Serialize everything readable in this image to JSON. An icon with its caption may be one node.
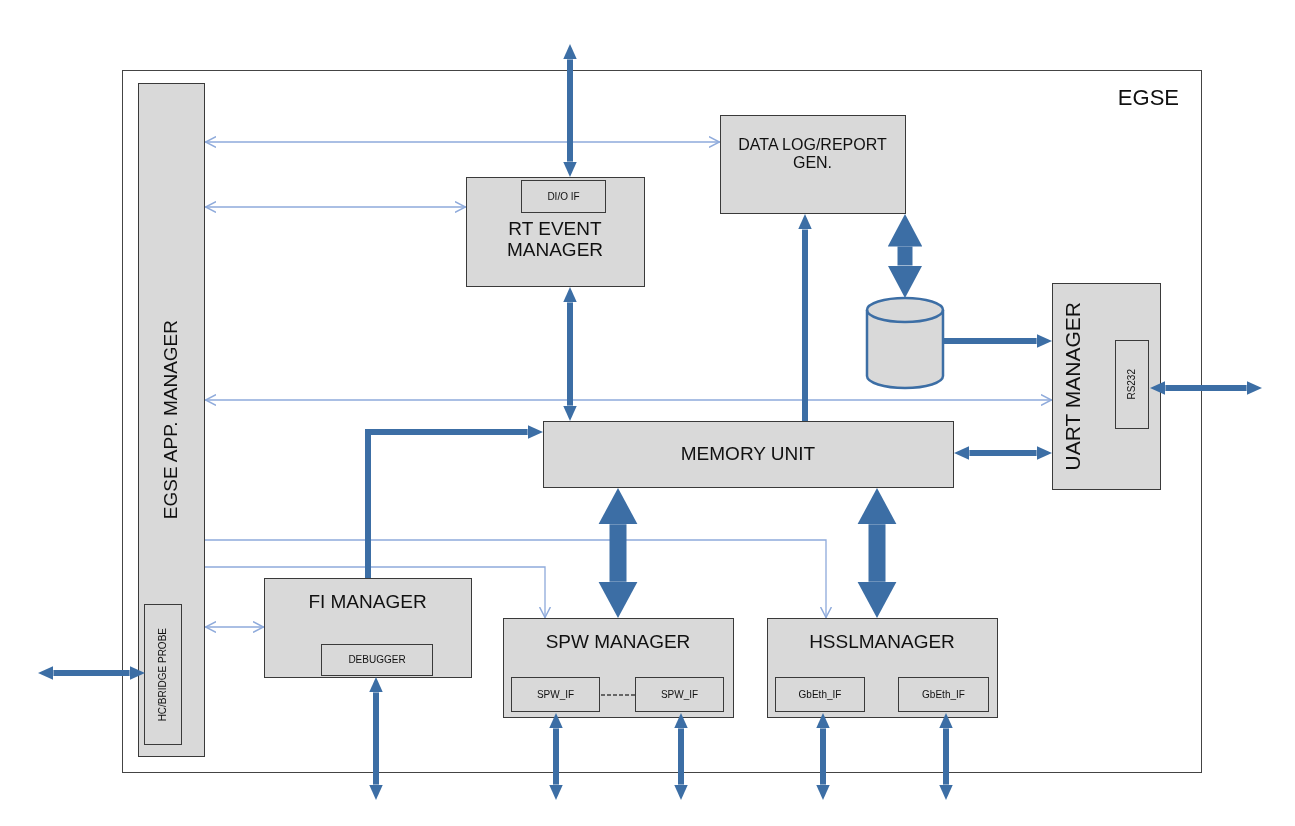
{
  "diagram": {
    "nodes": [
      {
        "text": [
          "EGSE"
        ]
      },
      {
        "text": [
          "EGSE APP. MANAGER"
        ],
        "in": 0
      },
      {
        "text": [
          "HC/BRIDGE PROBE"
        ],
        "in": 1
      },
      {
        "text": [
          "RT EVENT MANAGER"
        ],
        "in": 0
      },
      {
        "text": [
          "DI/O IF"
        ],
        "in": 3
      },
      {
        "text": [
          "DATA LOG/REPORT GEN."
        ],
        "in": 0
      },
      {
        "text": [],
        "shape": "cylinder",
        "in": 0
      },
      {
        "text": [
          "UART MANAGER"
        ],
        "in": 0
      },
      {
        "text": [
          "RS232"
        ],
        "in": 7
      },
      {
        "text": [
          "MEMORY UNIT"
        ],
        "in": 0
      },
      {
        "text": [
          "FI MANAGER"
        ],
        "in": 0
      },
      {
        "text": [
          "DEBUGGER"
        ],
        "in": 10
      },
      {
        "text": [
          "SPW MANAGER"
        ],
        "in": 0
      },
      {
        "text": [
          "SPW_IF"
        ],
        "in": 12
      },
      {
        "text": [
          "SPW_IF"
        ],
        "in": 12
      },
      {
        "text": [
          "HSSLMANAGER"
        ],
        "in": 0
      },
      {
        "text": [
          "GbEth_IF"
        ],
        "in": 15
      },
      {
        "text": [
          "GbEth_IF"
        ],
        "in": 15
      }
    ],
    "edges": [
      {
        "from": 1,
        "to": 5,
        "arrow": "both",
        "color": "#8eaadb"
      },
      {
        "from": 1,
        "to": 3,
        "arrow": "both",
        "color": "#8eaadb"
      },
      {
        "from": 1,
        "to": 7,
        "arrow": "both",
        "color": "#8eaadb"
      },
      {
        "from": 1,
        "to": 10,
        "arrow": "both",
        "color": "#8eaadb"
      },
      {
        "from": 1,
        "to": 12,
        "arrow": "to",
        "color": "#8eaadb"
      },
      {
        "from": 1,
        "to": 15,
        "arrow": "to",
        "color": "#8eaadb"
      },
      {
        "from": null,
        "to": 3,
        "arrow": "both"
      },
      {
        "from": 3,
        "to": 9,
        "arrow": "both"
      },
      {
        "from": 9,
        "to": 5,
        "arrow": "to"
      },
      {
        "from": 5,
        "to": 6,
        "arrow": "both",
        "style": "thick"
      },
      {
        "from": 6,
        "to": 7,
        "arrow": "to"
      },
      {
        "from": 9,
        "to": 7,
        "arrow": "both"
      },
      {
        "from": 8,
        "to": null,
        "arrow": "both"
      },
      {
        "from": 10,
        "to": 9,
        "arrow": "to"
      },
      {
        "from": 9,
        "to": 12,
        "arrow": "both",
        "style": "thick"
      },
      {
        "from": 9,
        "to": 15,
        "arrow": "both",
        "style": "thick"
      },
      {
        "from": 11,
        "to": null,
        "arrow": "both"
      },
      {
        "from": 13,
        "to": null,
        "arrow": "both"
      },
      {
        "from": 14,
        "to": null,
        "arrow": "both"
      },
      {
        "from": 16,
        "to": null,
        "arrow": "both"
      },
      {
        "from": 17,
        "to": null,
        "arrow": "both"
      },
      {
        "from": 2,
        "to": null,
        "arrow": "both"
      },
      {
        "from": 13,
        "to": 14,
        "arrow": "none",
        "style": "dashed",
        "color": "#404040"
      }
    ]
  }
}
